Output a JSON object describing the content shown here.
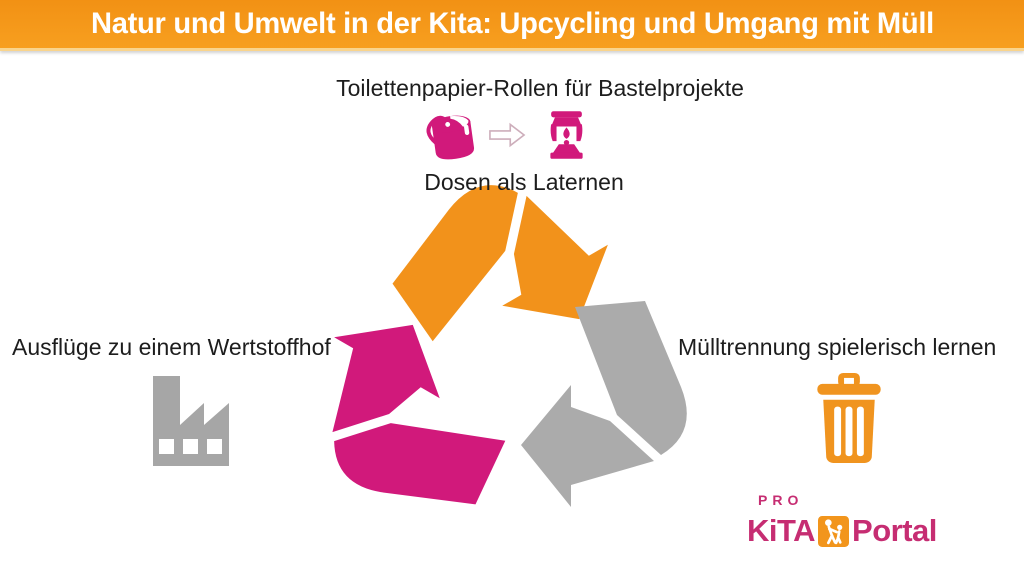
{
  "header": {
    "title": "Natur und Umwelt in der Kita: Upcycling und Umgang mit Müll",
    "bg_color": "#F5981E",
    "text_color": "#FFFFFF"
  },
  "upcycling_example": {
    "top_label": "Toilettenpapier-Rollen für Bastelprojekte",
    "bottom_label": "Dosen als Laternen",
    "icon_color": "#D1197B",
    "arrow_outline_color": "#CDAEBB",
    "icons": {
      "left": "paint-can-icon",
      "middle": "transform-arrow-icon",
      "right": "lantern-icon"
    }
  },
  "left_item": {
    "label": "Ausflüge zu einem Wertstoffhof",
    "icon": "factory-icon",
    "icon_color": "#A6A6A6"
  },
  "right_item": {
    "label": "Mülltrennung spielerisch lernen",
    "icon": "trash-can-icon",
    "icon_color": "#F0941F"
  },
  "recycle_symbol": {
    "top_arrow_color": "#F2921B",
    "right_arrow_color": "#ABABAB",
    "left_arrow_color": "#D1197B"
  },
  "logo": {
    "line1": "PRO",
    "kita": "KiTA",
    "portal": "Portal",
    "text_color": "#C62D72",
    "square_color": "#F2951C"
  }
}
